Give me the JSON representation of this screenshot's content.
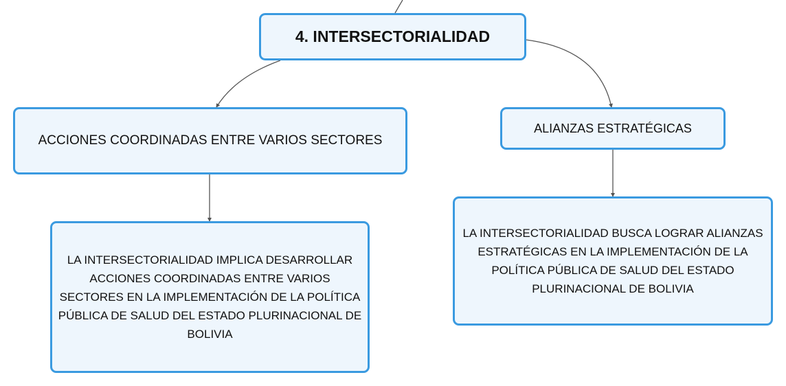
{
  "diagram": {
    "root": {
      "label": "4. INTERSECTORIALIDAD"
    },
    "branches": [
      {
        "label": "ACCIONES COORDINADAS ENTRE VARIOS SECTORES",
        "detail": "LA INTERSECTORIALIDAD IMPLICA DESARROLLAR ACCIONES COORDINADAS ENTRE VARIOS SECTORES EN LA IMPLEMENTACIÓN DE LA POLÍTICA PÚBLICA DE SALUD DEL ESTADO PLURINACIONAL DE BOLIVIA"
      },
      {
        "label": "ALIANZAS ESTRATÉGICAS",
        "detail": "LA INTERSECTORIALIDAD BUSCA LOGRAR ALIANZAS ESTRATÉGICAS EN LA IMPLEMENTACIÓN DE LA POLÍTICA PÚBLICA DE SALUD DEL ESTADO PLURINACIONAL DE BOLIVIA"
      }
    ]
  },
  "colors": {
    "node_border": "#3a9ae0",
    "node_fill": "#eef6fd",
    "connector": "#555555",
    "text": "#111111"
  }
}
